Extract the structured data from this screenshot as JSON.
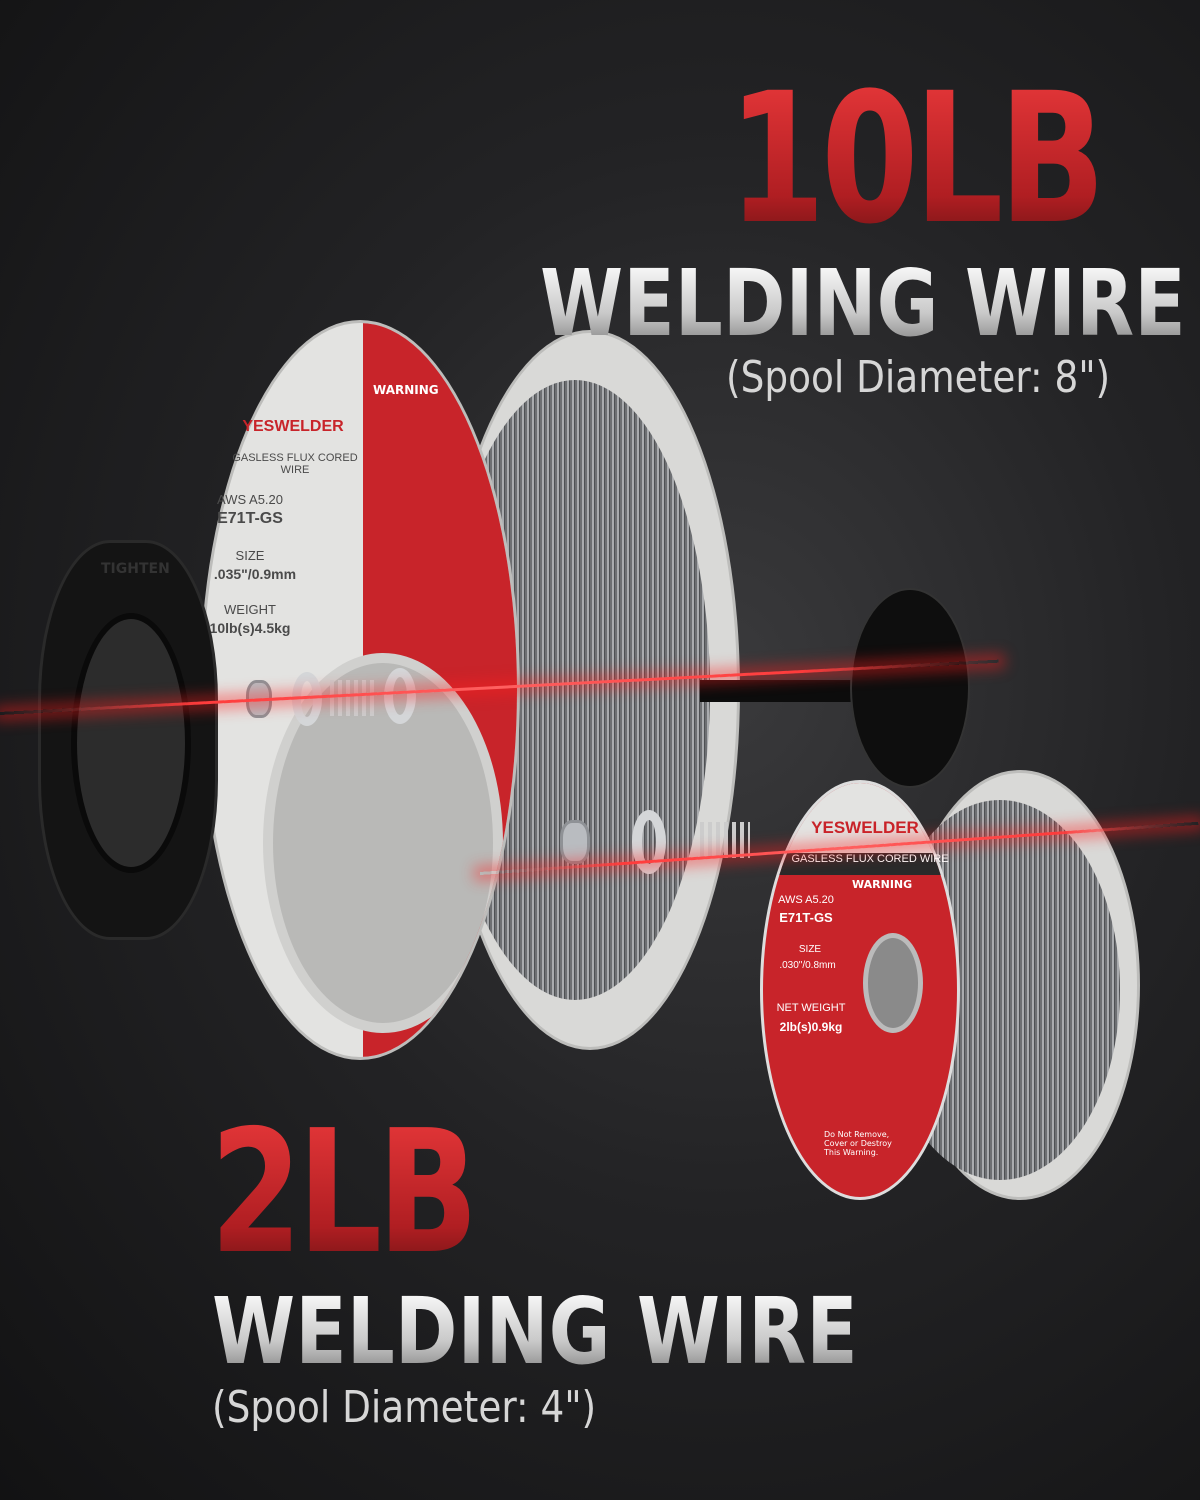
{
  "headline_top": {
    "weight": "10LB",
    "product": "WELDING WIRE",
    "spool": "(Spool Diameter: 8\")"
  },
  "headline_bottom": {
    "weight": "2LB",
    "product": "WELDING WIRE",
    "spool": "(Spool Diameter: 4\")"
  },
  "large_spool_label": {
    "brand": "YESWELDER",
    "type": "GASLESS FLUX CORED WIRE",
    "standard": "AWS A5.20",
    "classification": "E71T-GS",
    "size_label": "SIZE",
    "size": ".035\"/0.9mm",
    "weight_label": "WEIGHT",
    "weight": "10lb(s)4.5kg",
    "warning_title": "WARNING"
  },
  "small_spool_label": {
    "brand": "YESWELDER",
    "type": "GASLESS FLUX CORED WIRE",
    "standard": "AWS A5.20",
    "classification": "E71T-GS",
    "size_label": "SIZE",
    "size": ".030\"/0.8mm",
    "weight_label": "NET WEIGHT",
    "weight": "2lb(s)0.9kg",
    "warning_title": "WARNING",
    "footer": "Do Not Remove, Cover or Destroy This Warning."
  },
  "knob": {
    "text": "TIGHTEN"
  },
  "colors": {
    "accent_red": "#c8242a",
    "background": "#232325",
    "label_gray": "#d9d9d7",
    "laser": "#ff3b3b"
  }
}
